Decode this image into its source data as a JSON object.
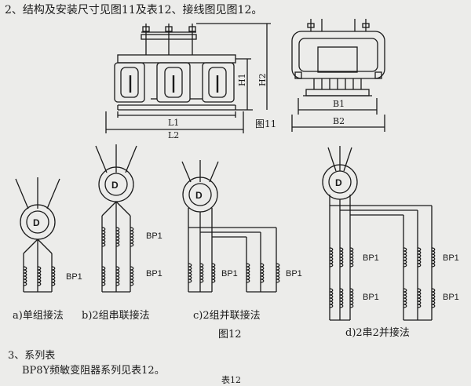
{
  "heading": "2、结构及安装尺寸见图11及表12、接线图见图12。",
  "fig11": {
    "caption": "图11",
    "dims": {
      "l1": "L1",
      "l2": "L2",
      "h1": "H1",
      "h2": "H2",
      "b1": "B1",
      "b2": "B2"
    }
  },
  "fig12": {
    "caption": "图12",
    "motor": "D",
    "resistor": "BP1",
    "captions": {
      "a": "a)单组接法",
      "b": "b)2组串联接法",
      "c": "c)2组并联接法",
      "d": "d)2串2并接法"
    }
  },
  "section3": {
    "title": "3、系列表",
    "intro": "BP8Y频敏变阻器系列见表12。",
    "table_caption_partial": "表12"
  }
}
